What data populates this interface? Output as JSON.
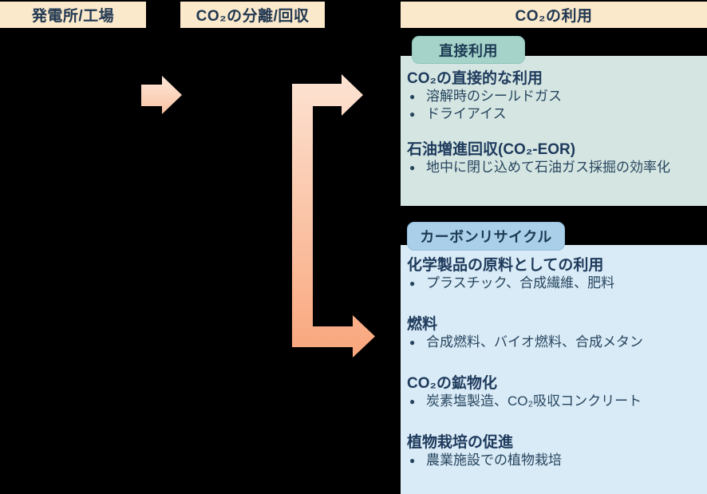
{
  "headers": {
    "source": "発電所/工場",
    "capture": "CO₂の分離/回収",
    "utilization": "CO₂の利用"
  },
  "direct_use": {
    "tag": "直接利用",
    "groups": [
      {
        "title": "CO₂の直接的な利用",
        "bullets": [
          "溶解時のシールドガス",
          "ドライアイス"
        ]
      },
      {
        "title": "石油増進回収(CO₂-EOR)",
        "bullets": [
          "地中に閉じ込めて石油ガス採掘の効率化"
        ]
      }
    ]
  },
  "carbon_recycling": {
    "tag": "カーボンリサイクル",
    "groups": [
      {
        "title": "化学製品の原料としての利用",
        "bullets": [
          "プラスチック、合成繊維、肥料"
        ]
      },
      {
        "title": "燃料",
        "bullets": [
          "合成燃料、バイオ燃料、合成メタン"
        ]
      },
      {
        "title": "CO₂の鉱物化",
        "bullets": [
          "炭素塩製造、CO₂吸収コンクリート"
        ]
      },
      {
        "title": "植物栽培の促進",
        "bullets": [
          "農業施設での植物栽培"
        ]
      }
    ]
  },
  "icons": {
    "bullet": "●",
    "flow_arrow_small": "arrow-right",
    "flow_arrow_branch": "arrow-branch-right"
  },
  "colors": {
    "background": "#000000",
    "header_bg": "#FBE9CB",
    "header_text": "#203751",
    "direct_use_tag_bg": "#A5D3CA",
    "direct_use_panel_bg": "#D5E6E2",
    "carbon_tag_bg": "#A9CFE9",
    "carbon_panel_bg": "#D9EBF6",
    "title_text": "#1E3A5C",
    "bullet_text": "#27455F",
    "arrow_gradient_top": "#FDE5D6",
    "arrow_gradient_bottom": "#F9A67C"
  }
}
